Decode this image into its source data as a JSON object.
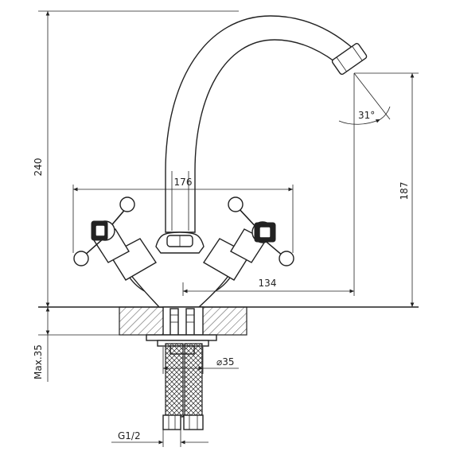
{
  "dimensions": {
    "height_total": "240",
    "spout_width": "176",
    "spout_height": "187",
    "spout_reach": "134",
    "spout_angle": "31°",
    "diameter": "⌀35",
    "max_thickness": "Max.35",
    "thread": "G1/2"
  },
  "colors": {
    "line": "#222222",
    "background": "#ffffff"
  }
}
